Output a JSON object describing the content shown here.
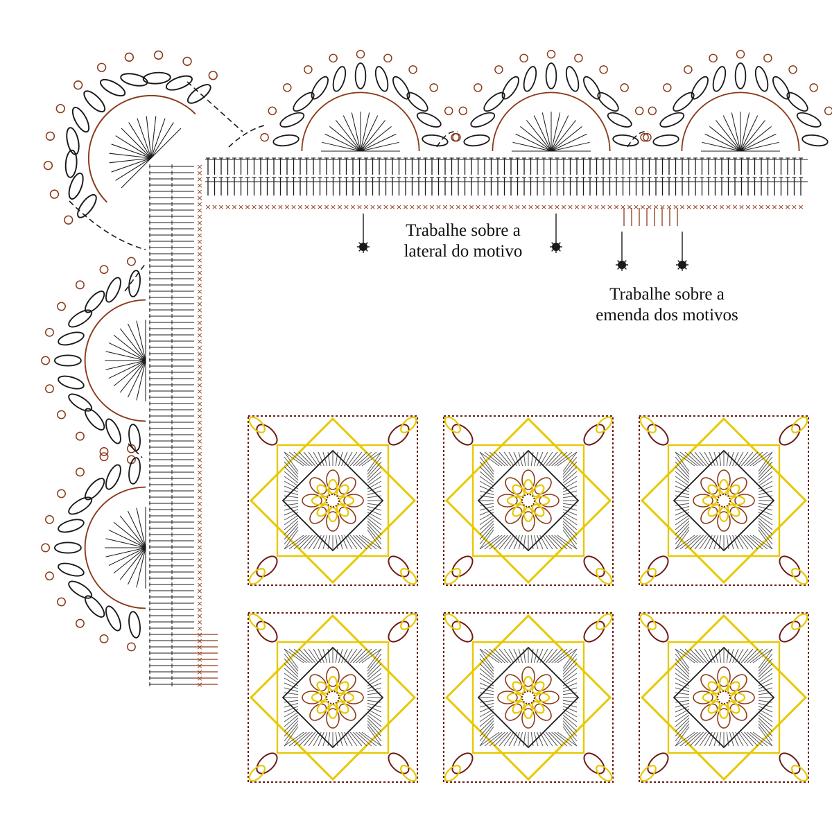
{
  "notes": {
    "side_line1": "Trabalhe sobre a",
    "side_line2": "lateral do motivo",
    "join_line1": "Trabalhe sobre a",
    "join_line2": "emenda dos motivos"
  },
  "border": {
    "top_fans": 3,
    "side_fans": 2,
    "corner_fan": 1
  },
  "motif_grid": {
    "rows": 2,
    "cols": 3
  },
  "colors": {
    "black": "#1a1a1a",
    "brown": "#8b3a1a",
    "yellow": "#e8c800",
    "dark_red": "#6e1a14",
    "gray": "#555555"
  },
  "icons": {
    "start_marker": "asterisk-dot-icon"
  }
}
